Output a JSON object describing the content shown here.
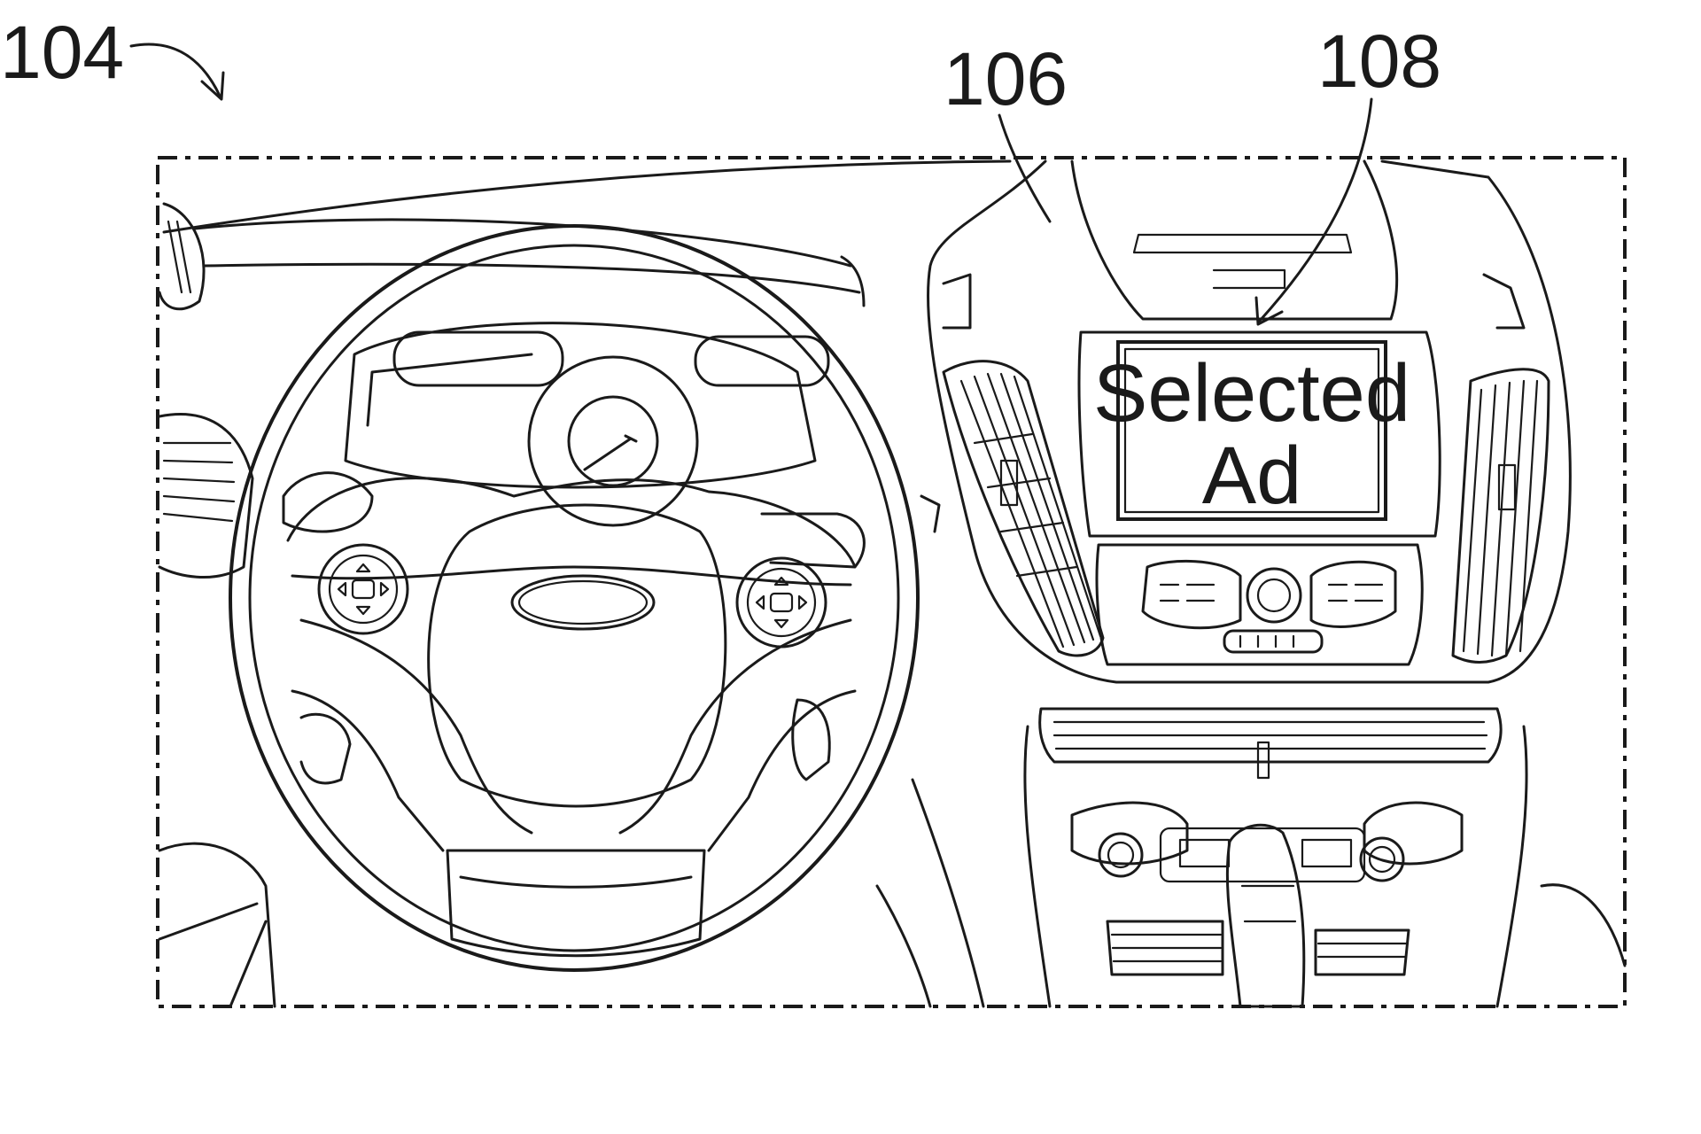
{
  "figure": {
    "labels": {
      "ref_104": "104",
      "ref_106": "106",
      "ref_108": "108"
    },
    "display": {
      "line1": "Selected",
      "line2": "Ad"
    }
  }
}
